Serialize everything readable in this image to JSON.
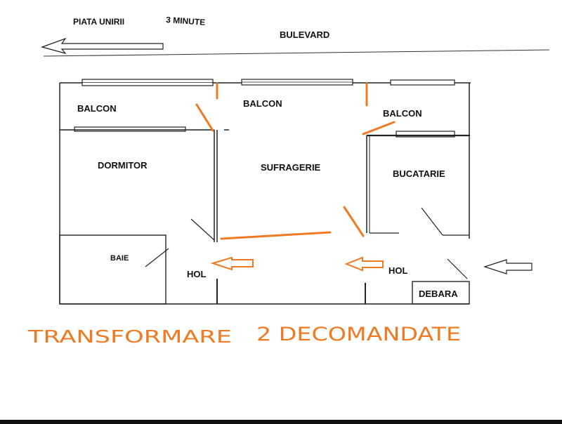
{
  "street": {
    "landmark": "PIATA UNIRII",
    "walk_time": "3 MINUTE",
    "road": "BULEVARD"
  },
  "rooms": {
    "balcon_left": "BALCON",
    "balcon_middle": "BALCON",
    "balcon_right": "BALCON",
    "dormitor": "DORMITOR",
    "sufragerie": "SUFRAGERIE",
    "bucatarie": "BUCATARIE",
    "baie": "BAIE",
    "hol_left": "HOL",
    "hol_right": "HOL",
    "debara": "DEBARA"
  },
  "caption": {
    "word1": "TRANSFORMARE",
    "word2": "2 DECOMANDATE"
  },
  "colors": {
    "accent": "#f07a22",
    "ink": "#222222",
    "background": "#ffffff"
  }
}
